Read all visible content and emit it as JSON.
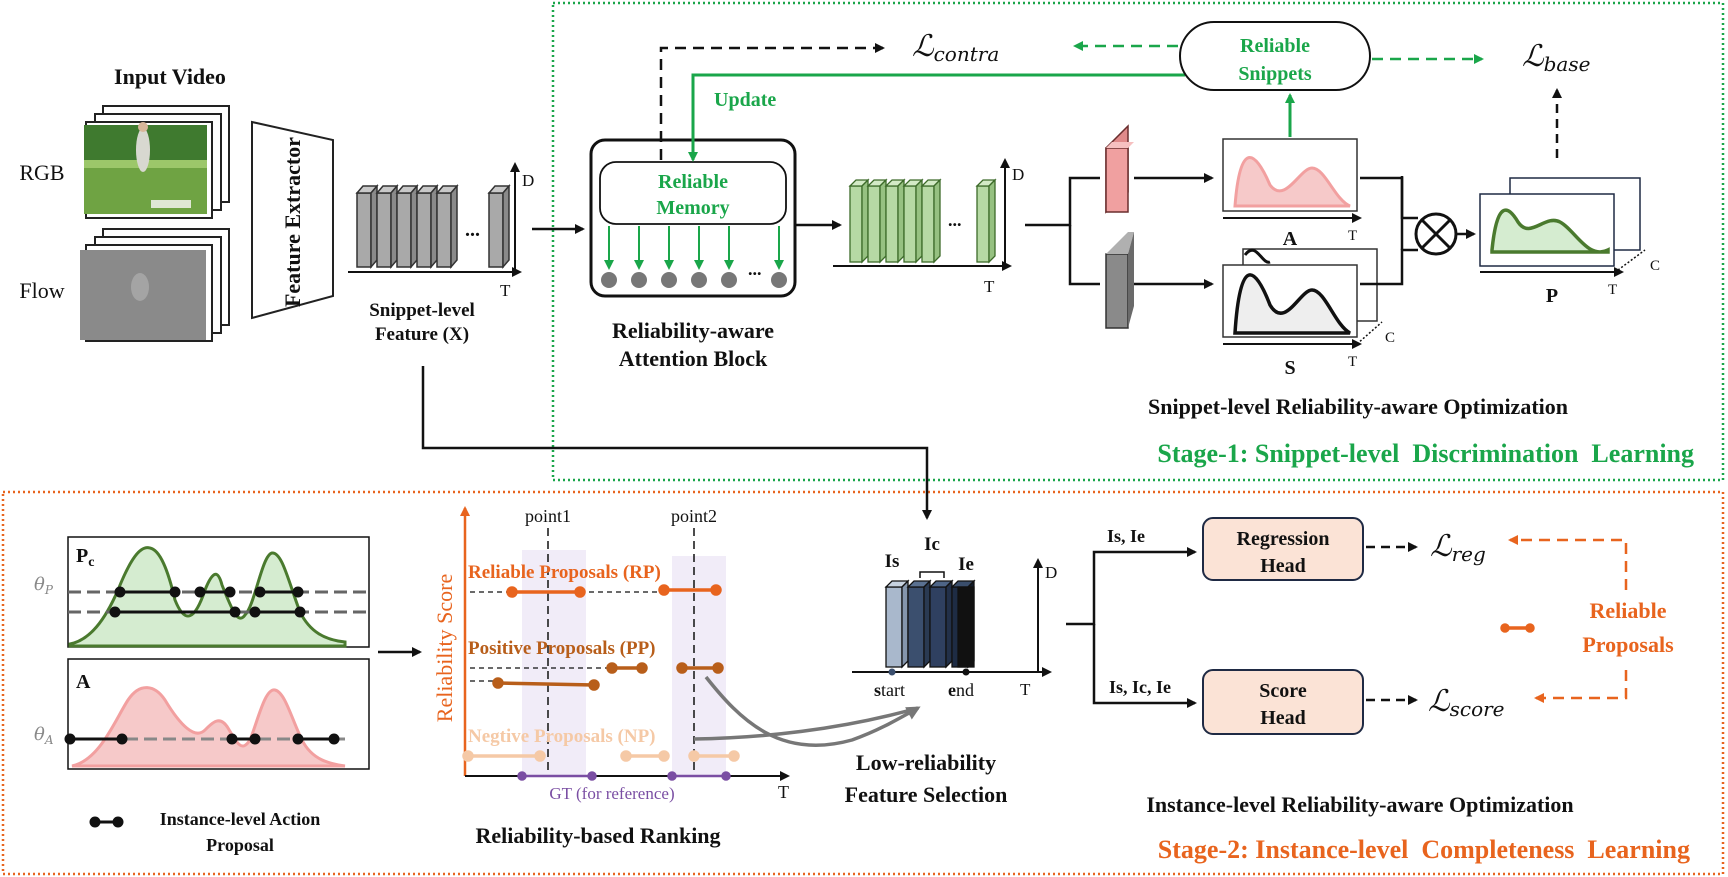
{
  "input": {
    "title": "Input Video",
    "rgb": "RGB",
    "flow": "Flow",
    "extractor": "Feature Extractor"
  },
  "snippet_feature": {
    "label_line1": "Snippet-level",
    "label_line2": "Feature (X)",
    "axis_d": "D",
    "axis_t": "T",
    "ellipsis": "..."
  },
  "attention": {
    "memory_line1": "Reliable",
    "memory_line2": "Memory",
    "label_line1": "Reliability-aware",
    "label_line2": "Attention Block",
    "update": "Update",
    "ellipsis": "..."
  },
  "stage1": {
    "loss_contra": "ℒ",
    "loss_contra_sub": "contra",
    "loss_base": "ℒ",
    "loss_base_sub": "base",
    "reliable_snippets_line1": "Reliable",
    "reliable_snippets_line2": "Snippets",
    "axis_d": "D",
    "axis_t": "T",
    "axis_c": "C",
    "label_a": "A",
    "label_s": "S",
    "label_p": "P",
    "optimization": "Snippet-level Reliability-aware Optimization",
    "stage_title": "Stage-1: Snippet-level  Discrimination  Learning"
  },
  "stage2": {
    "pc": "P",
    "pc_sub": "c",
    "theta_p": "θ",
    "theta_p_sub": "P",
    "a": "A",
    "theta_a": "θ",
    "theta_a_sub": "A",
    "legend": "Instance-level Action",
    "legend2": "Proposal",
    "reliability_score": "Reliability Score",
    "point1": "point1",
    "point2": "point2",
    "rp": "Reliable Proposals (RP)",
    "pp": "Positive Proposals (PP)",
    "np": "Negtive Proposals (NP)",
    "gt": "GT (for reference)",
    "axis_t": "T",
    "ranking": "Reliability-based Ranking",
    "is": "Is",
    "ic": "Ic",
    "ie": "Ie",
    "start_s": "s",
    "start_rest": "tart",
    "end_e": "e",
    "end_rest": "nd",
    "axis_d": "D",
    "selection_line1": "Low-reliability",
    "selection_line2": "Feature Selection",
    "is_ie": "Is, Ie",
    "is_ic_ie": "Is, Ic, Ie",
    "regression_line1": "Regression",
    "regression_line2": "Head",
    "score_line1": "Score",
    "score_line2": "Head",
    "loss_reg": "ℒ",
    "loss_reg_sub": "reg",
    "loss_score": "ℒ",
    "loss_score_sub": "score",
    "reliable_props_line1": "Reliable",
    "reliable_props_line2": "Proposals",
    "optimization": "Instance-level Reliability-aware Optimization",
    "stage_title": "Stage-2: Instance-level  Completeness  Learning"
  },
  "colors": {
    "green": "#1aa64a",
    "orange": "#e8641e",
    "pink_fill": "#f6c9c9",
    "green_fill": "#d5ecd0",
    "head_fill": "#fbe3d6"
  }
}
